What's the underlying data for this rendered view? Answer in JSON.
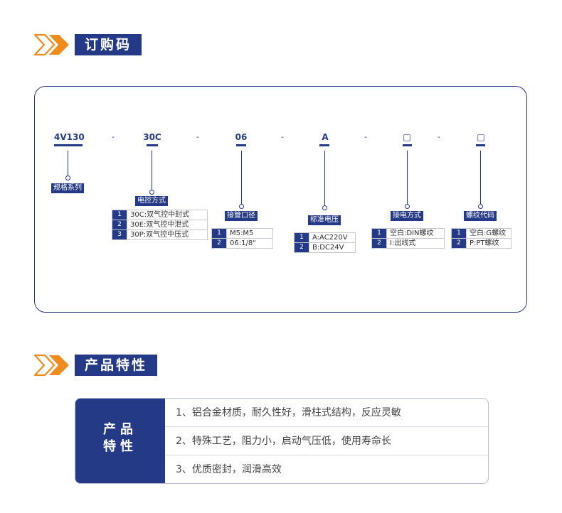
{
  "sections": {
    "order_code_title": "订购码",
    "features_title": "产品特性"
  },
  "code": {
    "parts": [
      {
        "label": "4V130",
        "tag": "规格系列",
        "options": []
      },
      {
        "label": "30C",
        "tag": "电控方式",
        "options": [
          {
            "num": "1",
            "text": "30C:双气控中封式"
          },
          {
            "num": "2",
            "text": "30E:双气控中泄式"
          },
          {
            "num": "3",
            "text": "30P:双气控中压式"
          }
        ]
      },
      {
        "label": "06",
        "tag": "接管口径",
        "options": [
          {
            "num": "1",
            "text": "M5:M5"
          },
          {
            "num": "2",
            "text": "06:1/8\""
          }
        ]
      },
      {
        "label": "A",
        "tag": "标准电压",
        "options": [
          {
            "num": "1",
            "text": "A:AC220V"
          },
          {
            "num": "2",
            "text": "B:DC24V"
          }
        ]
      },
      {
        "label": "□",
        "tag": "接电方式",
        "options": [
          {
            "num": "1",
            "text": "空白:DIN螺纹"
          },
          {
            "num": "2",
            "text": "I:出线式"
          }
        ]
      },
      {
        "label": "□",
        "tag": "螺纹代码",
        "options": [
          {
            "num": "1",
            "text": "空白:G螺纹"
          },
          {
            "num": "2",
            "text": "P:PT螺纹"
          }
        ]
      }
    ],
    "separator": "-"
  },
  "features": {
    "heading_line1": "产品",
    "heading_line2": "特性",
    "items": [
      "1、铝合金材质，耐久性好，滑柱式结构，反应灵敏",
      "2、特殊工艺，阻力小，启动气压低，使用寿命长",
      "3、优质密封，润滑高效"
    ]
  },
  "colors": {
    "primary": "#253a87",
    "accent": "#f08c1e"
  }
}
